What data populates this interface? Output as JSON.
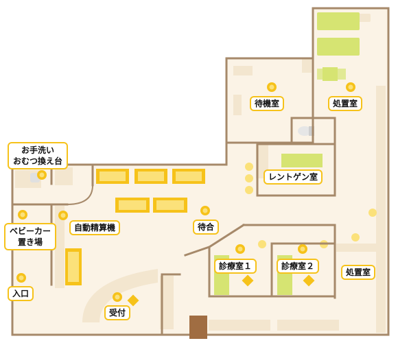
{
  "colors": {
    "wall": "#a6896a",
    "floor": "#fbf3e6",
    "furniture": "#f3e6cf",
    "bed": "#d6e472",
    "seat": "#f6c21a",
    "seat_light": "#fbe17a",
    "pin": "#f6c21a",
    "door": "#a06d42",
    "label_border": "#f6c21a"
  },
  "labels": {
    "treatment_top": "処置室",
    "waiting_room_top": "待機室",
    "restroom_line1": "お手洗い",
    "restroom_line2": "おむつ換え台",
    "xray": "レントゲン室",
    "stroller_line1": "ベビーカー",
    "stroller_line2": "置き場",
    "payment_machine": "自動精算機",
    "waiting_area": "待合",
    "exam1": "診療室１",
    "exam2": "診療室２",
    "treatment_right": "処置室",
    "entrance": "入口",
    "reception": "受付"
  },
  "icons": {
    "pin": "location-pin-icon",
    "sink": "sink-icon",
    "toilet": "toilet-icon",
    "door": "door-icon"
  }
}
